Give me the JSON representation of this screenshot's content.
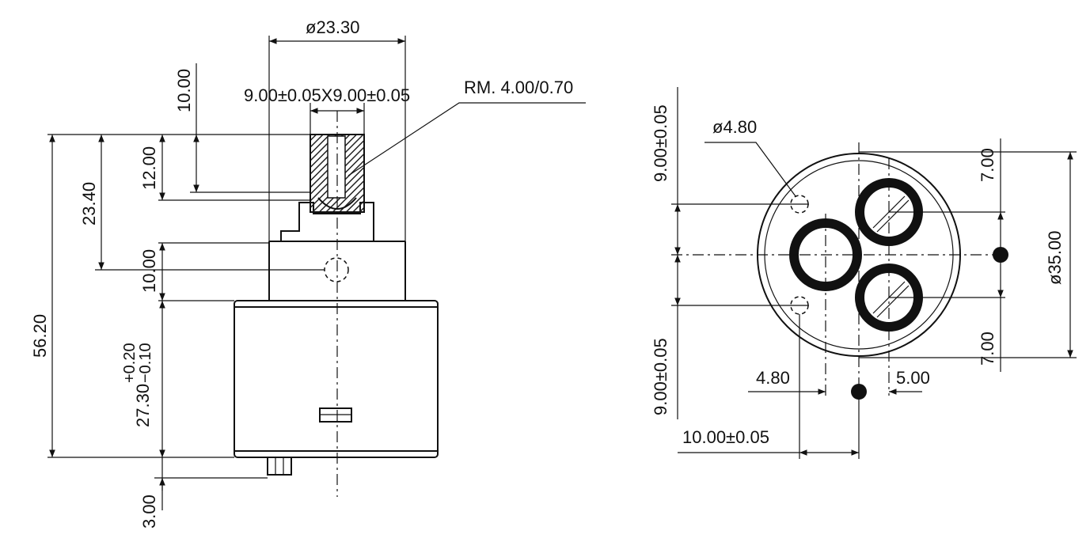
{
  "side_view": {
    "dim_top_diameter": "ø23.30",
    "dim_square_bore": "9.00±0.05X9.00±0.05",
    "dim_rim": "RM. 4.00/0.70",
    "dim_10_top": "10.00",
    "dim_12": "12.00",
    "dim_23_40": "23.40",
    "dim_10_mid": "10.00",
    "dim_56_20": "56.20",
    "dim_27_30": "27.30",
    "dim_27_30_tol_upper": "+0.20",
    "dim_27_30_tol_lower": "−0.10",
    "dim_3": "3.00"
  },
  "plan_view": {
    "dim_hole": "ø4.80",
    "dim_9_top": "9.00±0.05",
    "dim_9_bottom": "9.00±0.05",
    "dim_7_top": "7.00",
    "dim_7_bottom": "7.00",
    "dim_diameter_35": "ø35.00",
    "dim_4_80": "4.80",
    "dim_5": "5.00",
    "dim_10_bottom": "10.00±0.05"
  }
}
